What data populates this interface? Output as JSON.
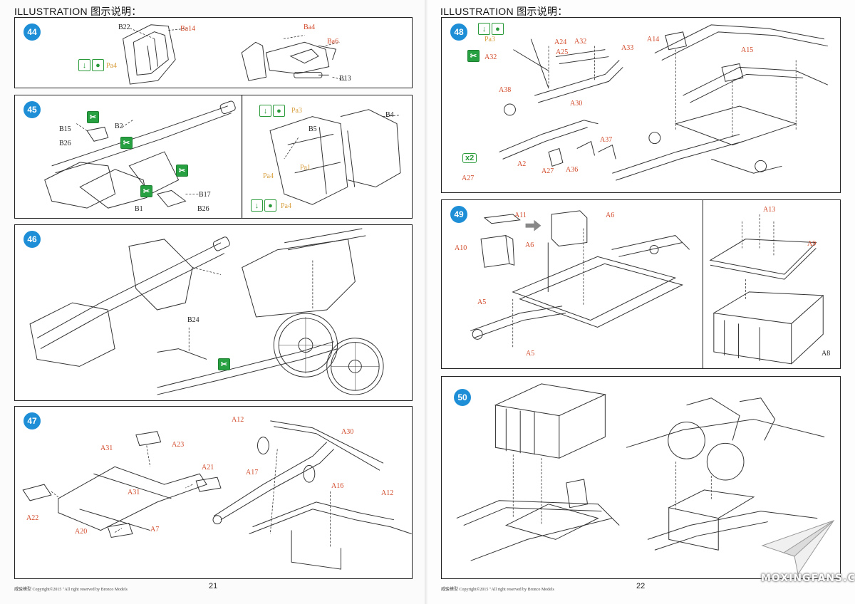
{
  "left_page": {
    "title": "ILLUSTRATION 图示说明：",
    "footer": "威骏模型  Copyright©2015  \"All right reserved by Bronco Models",
    "page_number": "21",
    "steps": {
      "s44": {
        "number": "44",
        "labels": {
          "b22": "B22",
          "ba14": "Ba14",
          "pa4": "Pa4",
          "ba4": "Ba4",
          "ba6": "Ba6",
          "b13": "B13"
        }
      },
      "s45": {
        "number": "45",
        "labels": {
          "b15": "B15",
          "b2": "B2",
          "b26a": "B26",
          "b17": "B17",
          "b1": "B1",
          "b26b": "B26",
          "pa3": "Pa3",
          "b5": "B5",
          "b4": "B4",
          "pa1": "Pa1",
          "pa4a": "Pa4",
          "pa4b": "Pa4"
        }
      },
      "s46": {
        "number": "46",
        "labels": {
          "b24": "B24"
        }
      },
      "s47": {
        "number": "47",
        "labels": {
          "a31a": "A31",
          "a23": "A23",
          "a21": "A21",
          "a31b": "A31",
          "a22": "A22",
          "a20": "A20",
          "a7": "A7",
          "a12a": "A12",
          "a30": "A30",
          "a17": "A17",
          "a16": "A16",
          "a12b": "A12"
        }
      }
    }
  },
  "right_page": {
    "title": "ILLUSTRATION 图示说明：",
    "footer": "威骏模型  Copyright©2015  \"All right reserved by Bronco Models",
    "page_number": "22",
    "steps": {
      "s48": {
        "number": "48",
        "labels": {
          "pa3": "Pa3",
          "a24": "A24",
          "a32a": "A32",
          "a25": "A25",
          "a32b": "A32",
          "a33": "A33",
          "a38": "A38",
          "a30": "A30",
          "a14": "A14",
          "a15": "A15",
          "a2": "A2",
          "a27a": "A27",
          "a27b": "A27",
          "a36": "A36",
          "a37": "A37"
        },
        "multiplier": "x2"
      },
      "s49": {
        "number": "49",
        "labels": {
          "a11": "A11",
          "a10": "A10",
          "a6a": "A6",
          "a6b": "A6",
          "a5a": "A5",
          "a5b": "A5",
          "a13": "A13",
          "a9": "A9",
          "a8": "A8"
        }
      },
      "s50": {
        "number": "50"
      }
    }
  },
  "watermark": {
    "text": "MOXINGFANS.COM"
  },
  "colors": {
    "step_badge": "#1e8fd6",
    "part_red": "#d24a2a",
    "part_gold": "#d8a040",
    "icon_green": "#26a040",
    "border": "#222222"
  },
  "icons": [
    "glue-icon",
    "cut-icon",
    "paint-icon",
    "next-arrow-icon"
  ]
}
